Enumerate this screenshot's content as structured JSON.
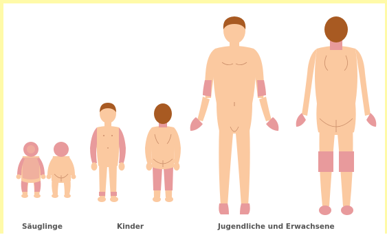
{
  "colors": {
    "skin": "#fbc9a0",
    "rash": "#e89a9c",
    "hair": "#a85a22",
    "outline": "#c98c68",
    "caption": "#555555",
    "border": "#fffaa8"
  },
  "captions": {
    "infants": "Säuglinge",
    "children": "Kinder",
    "adults": "Jugendliche und Erwachsene"
  },
  "icons": {
    "infant_front": "baby-front-icon",
    "infant_back": "baby-back-icon",
    "child_front": "child-front-icon",
    "child_back": "child-back-icon",
    "adult_front": "adult-front-icon",
    "adult_back": "adult-back-icon"
  }
}
